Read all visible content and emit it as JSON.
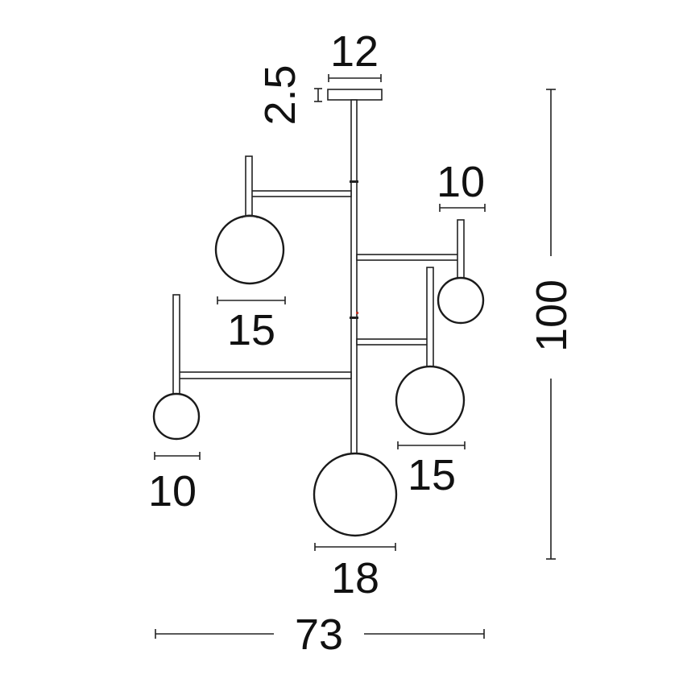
{
  "dimensions": {
    "canopy_width": "12",
    "canopy_height": "2.5",
    "globe_small_right": "10",
    "globe_medium_left": "15",
    "globe_small_left": "10",
    "globe_medium_right": "15",
    "globe_large": "18",
    "total_height": "100",
    "total_width": "73"
  },
  "colors": {
    "line": "#222222",
    "accent_dot": "#c0392b"
  }
}
